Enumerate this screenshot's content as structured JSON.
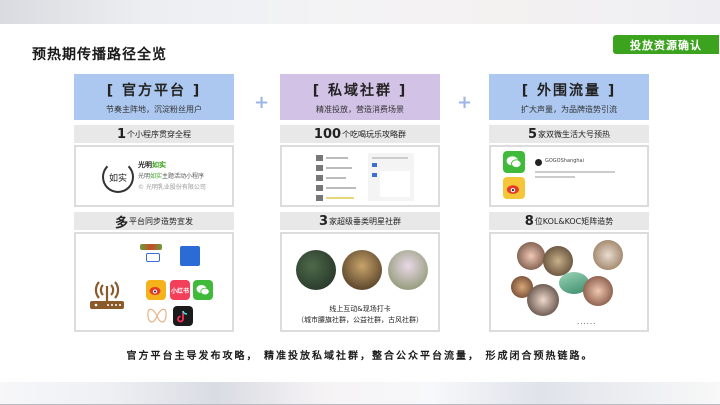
{
  "page": {
    "title": "预热期传播路径全览",
    "confirm_button": "投放资源确认",
    "summary": "官方平台主导发布攻略， 精准投放私域社群，整合公众平台流量， 形成闭合预热链路。"
  },
  "columns": [
    {
      "title": "[ 官方平台 ]",
      "subtitle": "节奏主阵地，沉淀粉丝用户",
      "header_color": "#adc8f0",
      "section1": {
        "num": "1",
        "text": "个小程序贯穿全程"
      },
      "mini_program": {
        "logo": "如实",
        "name_a": "光明",
        "name_b": "如实",
        "desc_a": "光明",
        "desc_b": "如实",
        "desc_c": "主题活动小程序",
        "company": "© 光明乳业股份有限公司"
      },
      "section2": {
        "num": "多",
        "text": "平台同步造势宣发"
      },
      "platform_icons": [
        "router-icon",
        "logo-banner-icon",
        "dazhong-icon",
        "weibo-icon",
        "xiaohongshu-icon",
        "wechat-icon",
        "butterfly-icon",
        "douyin-icon",
        "blue-app-icon"
      ],
      "xiaohongshu_label": "小红书"
    },
    {
      "title": "[ 私域社群 ]",
      "subtitle": "精准投放，营造消费场景",
      "header_color": "#d2c2e6",
      "section1": {
        "num": "100",
        "text": "个吃喝玩乐攻略群"
      },
      "section2": {
        "num": "3",
        "text": "家超级垂类明星社群"
      },
      "caption_line1": "线上互动&现场打卡",
      "caption_line2": "（城市腰旗社群，公益社群，古风社群）"
    },
    {
      "title": "[ 外围流量 ]",
      "subtitle": "扩大声量，为品牌造势引流",
      "header_color": "#adc8f0",
      "section1": {
        "num": "5",
        "text": "家双微生活大号预热"
      },
      "post_account": "GOGOShanghai",
      "section2": {
        "num": "8",
        "text": "位KOL&KOC矩阵造势"
      },
      "ellipsis": "......"
    }
  ],
  "colors": {
    "accent_green": "#3ba31e",
    "header_blue": "#adc8f0",
    "header_purple": "#d2c2e6",
    "plus": "#9db6e6"
  },
  "plus_sign": "+"
}
